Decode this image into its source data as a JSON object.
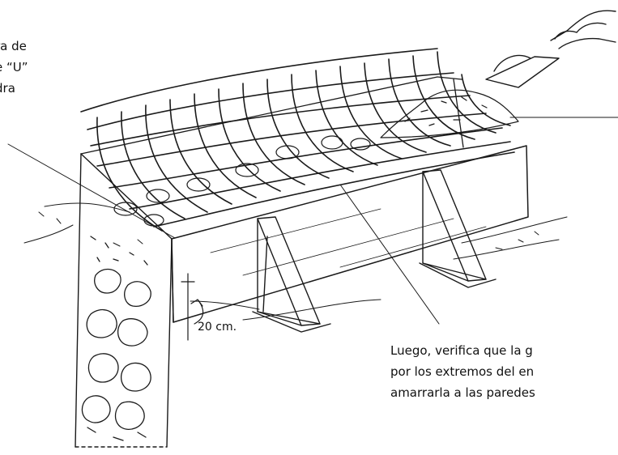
{
  "labels": {
    "left_callout": [
      "ra de",
      "e “U”",
      "dra"
    ],
    "bottom_callout": [
      "Luego, verifica que la g",
      "por los extremos del en",
      "amarrarla a las paredes"
    ],
    "measure": "20 cm."
  },
  "icons": [
    "hand-with-trowel-icon",
    "wire-mesh-icon",
    "stone-icon",
    "wooden-support-icon"
  ]
}
